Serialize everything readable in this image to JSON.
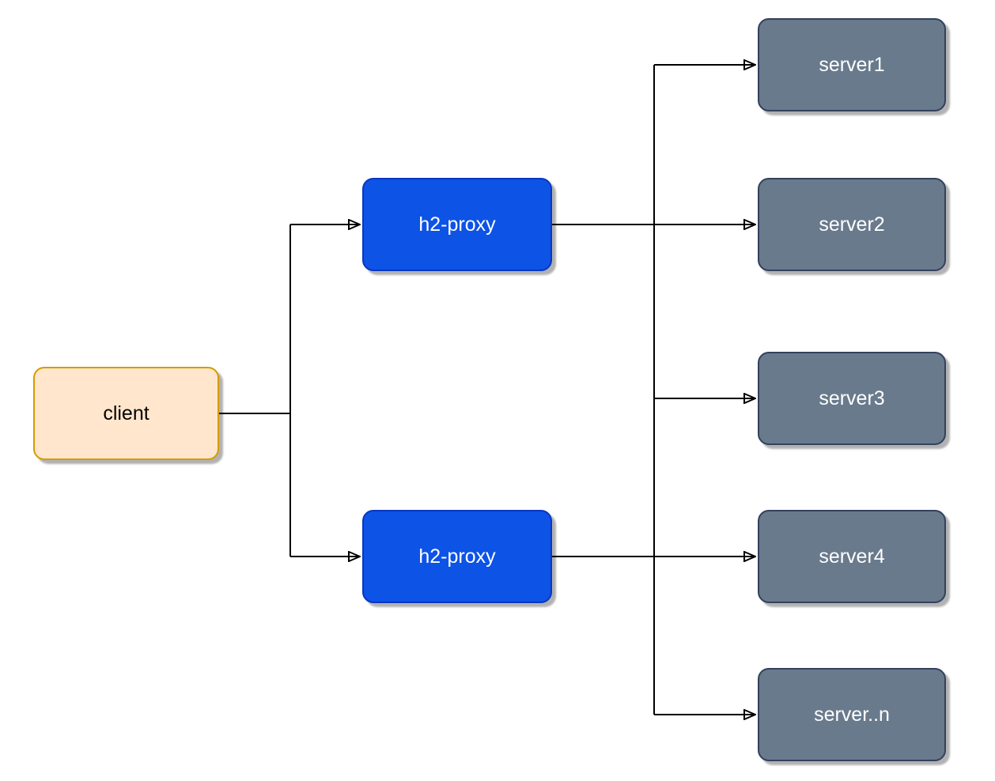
{
  "diagram": {
    "nodes": [
      {
        "id": "client",
        "label": "client",
        "type": "client"
      },
      {
        "id": "proxy-top",
        "label": "h2-proxy",
        "type": "proxy"
      },
      {
        "id": "proxy-bottom",
        "label": "h2-proxy",
        "type": "proxy"
      },
      {
        "id": "server1",
        "label": "server1",
        "type": "server"
      },
      {
        "id": "server2",
        "label": "server2",
        "type": "server"
      },
      {
        "id": "server3",
        "label": "server3",
        "type": "server"
      },
      {
        "id": "server4",
        "label": "server4",
        "type": "server"
      },
      {
        "id": "server-n",
        "label": "server..n",
        "type": "server"
      }
    ],
    "edges": [
      {
        "from": "client",
        "to": "proxy-top",
        "arrow": true
      },
      {
        "from": "client",
        "to": "proxy-bottom",
        "arrow": true
      },
      {
        "from": "proxy-top",
        "to": "server-trunk",
        "arrow": false
      },
      {
        "from": "proxy-bottom",
        "to": "server-trunk",
        "arrow": false
      },
      {
        "from": "server-trunk",
        "to": "server1",
        "arrow": true
      },
      {
        "from": "server-trunk",
        "to": "server2",
        "arrow": true
      },
      {
        "from": "server-trunk",
        "to": "server3",
        "arrow": true
      },
      {
        "from": "server-trunk",
        "to": "server4",
        "arrow": true
      },
      {
        "from": "server-trunk",
        "to": "server-n",
        "arrow": true
      }
    ],
    "colors": {
      "background": "#ffffff",
      "client_fill": "#ffe6cc",
      "client_border": "#d79b00",
      "client_text": "#000000",
      "proxy_fill": "#0d53e6",
      "proxy_border": "#0a36c2",
      "proxy_text": "#ffffff",
      "server_fill": "#697a8c",
      "server_border": "#33415c",
      "server_text": "#ffffff",
      "edge": "#000000"
    }
  }
}
